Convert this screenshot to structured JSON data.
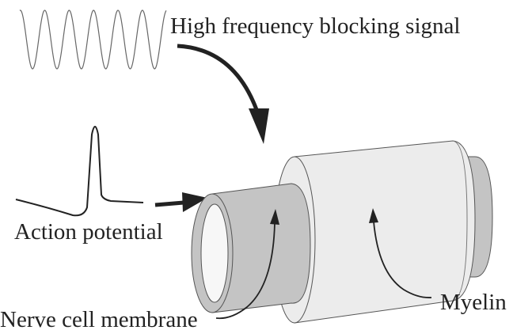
{
  "labels": {
    "blocking_signal": "High frequency blocking signal",
    "action_potential": "Action potential",
    "membrane": "Nerve cell membrane",
    "myelin": "Myelin"
  },
  "colors": {
    "membrane": "#c4c4c4",
    "myelin": "#ececec",
    "line": "#222222"
  }
}
